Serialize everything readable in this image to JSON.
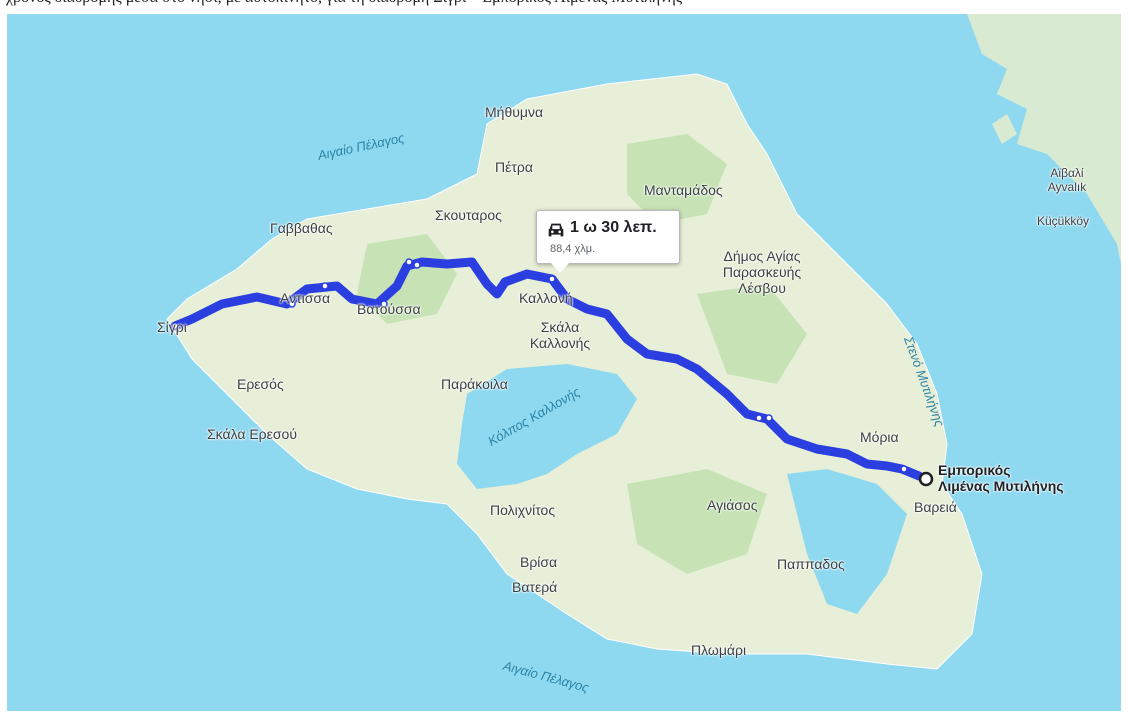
{
  "header": {
    "text": "χρόνος διαδρομής μέσα στο νησί, με αυτοκίνητο, για τη διαδρομή Σίγρι – Εμπορικός Λιμένας Μυτιλήνης"
  },
  "map": {
    "sea_labels": {
      "north": "Αιγαίο Πέλαγος",
      "south": "Αιγαίο Πέλαγος",
      "gulf": "Κόλπος Καλλονής",
      "strait": "Στενό Μυτιλήνης"
    },
    "places": {
      "mithymna": "Μήθυμνα",
      "petra": "Πέτρα",
      "mantamados": "Μανταμάδος",
      "skoutaros": "Σκουταρος",
      "gavvathas": "Γαββαθας",
      "antissa": "Αντισσα",
      "vatoussa": "Βατούσσα",
      "sigri": "Σίγρι",
      "kalloni": "Καλλονή",
      "skala_kallonis": "Σκάλα Καλλονής",
      "dimos_agias": "Δήμος Αγίας Παρασκευής Λέσβου",
      "eresos": "Ερεσός",
      "skala_eresou": "Σκάλα Ερεσού",
      "parakoila": "Παράκοιλα",
      "moria": "Μόρια",
      "vareia": "Βαρειά",
      "polichnitos": "Πολιχνίτος",
      "agiasos": "Αγιάσος",
      "vrisa": "Βρίσα",
      "vatera": "Βατερά",
      "pappados": "Παππαδος",
      "plomari": "Πλωμάρι",
      "ayvalik": "Αϊβαλί Ayvalık",
      "kucukkoy": "Küçükköy"
    },
    "destination": {
      "line1": "Εμπορικός",
      "line2": "Λιμένας Μυτιλήνης"
    },
    "route": {
      "duration": "1 ω 30 λεπ.",
      "distance": "88,4 χλμ.",
      "color": "#2b3fe0"
    },
    "icons": {
      "car": "car-icon",
      "destination": "destination-circle-icon"
    }
  }
}
